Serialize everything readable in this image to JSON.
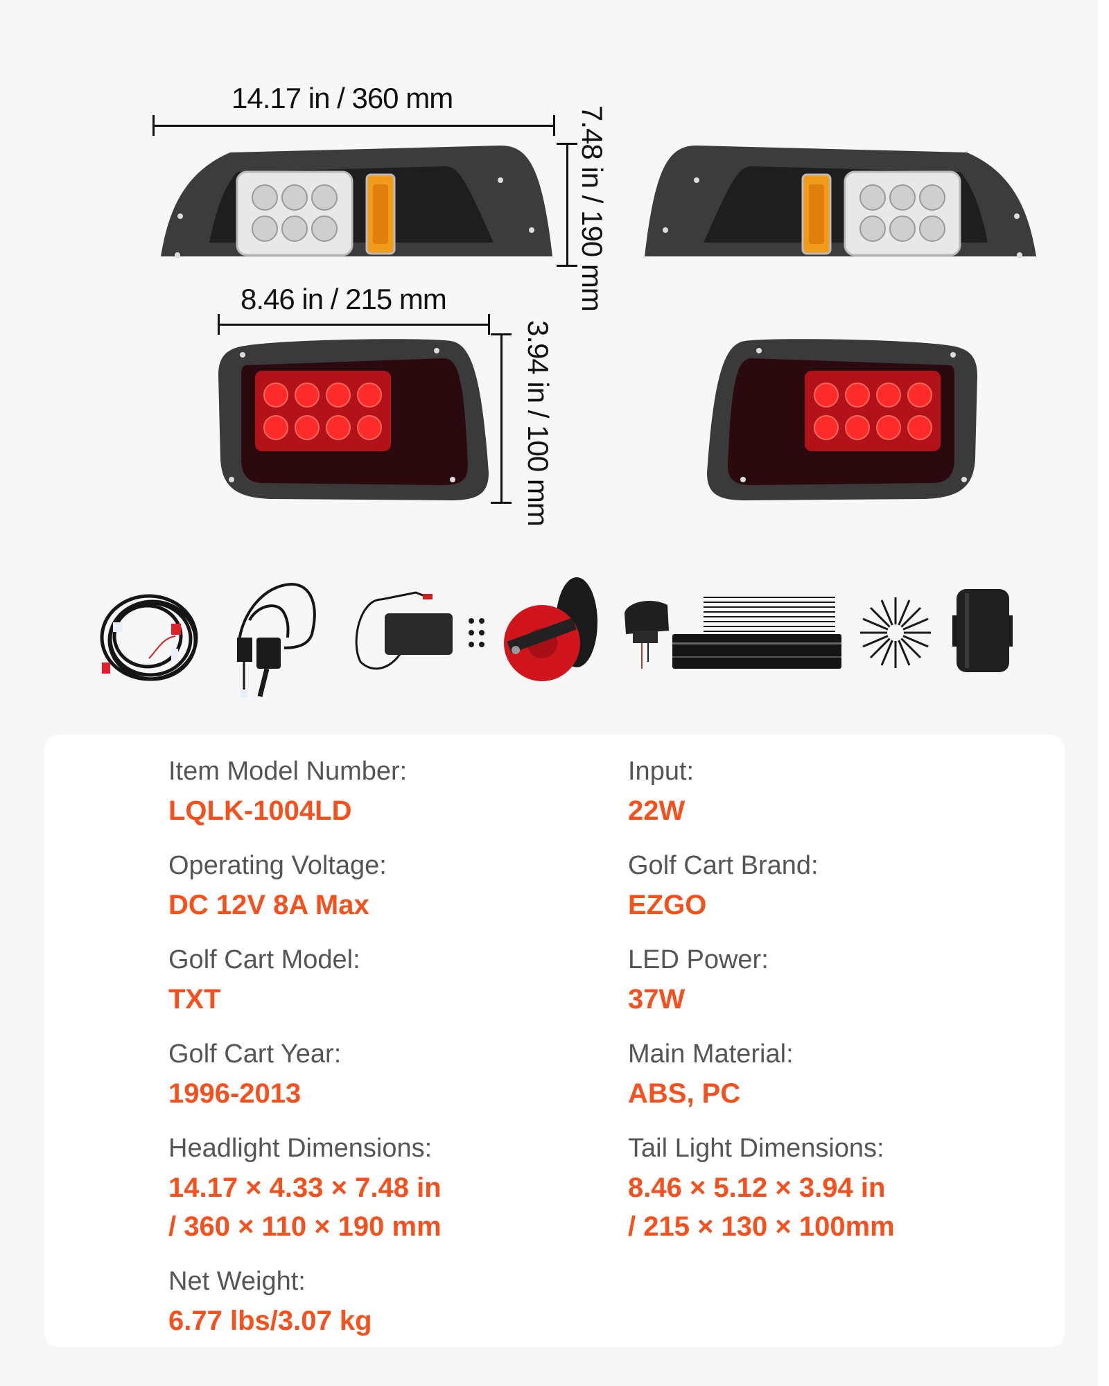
{
  "theme": {
    "background": "#f7f7f7",
    "card_background": "#ffffff",
    "label_color": "#555555",
    "value_color": "#f4511e",
    "dimension_line_color": "#111111"
  },
  "dimensions": {
    "headlight_width": "14.17 in / 360 mm",
    "headlight_height": "7.48 in / 190 mm",
    "taillight_width": "8.46 in / 215 mm",
    "taillight_height": "3.94 in / 100 mm"
  },
  "products": {
    "headlights": [
      {
        "name": "Left headlight",
        "lens": "clear 6-LED",
        "side_marker": "amber"
      },
      {
        "name": "Right headlight",
        "lens": "clear 6-LED",
        "side_marker": "amber"
      }
    ],
    "taillights": [
      {
        "name": "Left tail light",
        "lens": "red 8-LED"
      },
      {
        "name": "Right tail light",
        "lens": "red 8-LED"
      }
    ],
    "accessories": [
      "Wiring harness",
      "Turn signal switch",
      "Brake pressure switch",
      "Mounting screws",
      "Horn",
      "Rocker switch",
      "Cable ties",
      "Mounting bar",
      "Self-tapping screws",
      "Cylinder cover"
    ]
  },
  "specs": {
    "left": [
      {
        "label": "Item Model Number:",
        "value": "LQLK-1004LD"
      },
      {
        "label": "Operating Voltage:",
        "value": "DC 12V 8A Max"
      },
      {
        "label": "Golf Cart Model:",
        "value": "TXT"
      },
      {
        "label": "Golf Cart Year:",
        "value": "1996-2013"
      },
      {
        "label": "Headlight Dimensions:",
        "value": "14.17 × 4.33 × 7.48 in",
        "value2": "/ 360 × 110 × 190 mm"
      },
      {
        "label": "Net Weight:",
        "value": "6.77 lbs/3.07 kg"
      }
    ],
    "right": [
      {
        "label": "Input:",
        "value": "22W"
      },
      {
        "label": "Golf Cart Brand:",
        "value": "EZGO"
      },
      {
        "label": "LED Power:",
        "value": "37W"
      },
      {
        "label": "Main Material:",
        "value": "ABS, PC"
      },
      {
        "label": "Tail Light Dimensions:",
        "value": "8.46 × 5.12 × 3.94 in",
        "value2": "/ 215 × 130 × 100mm"
      }
    ]
  }
}
